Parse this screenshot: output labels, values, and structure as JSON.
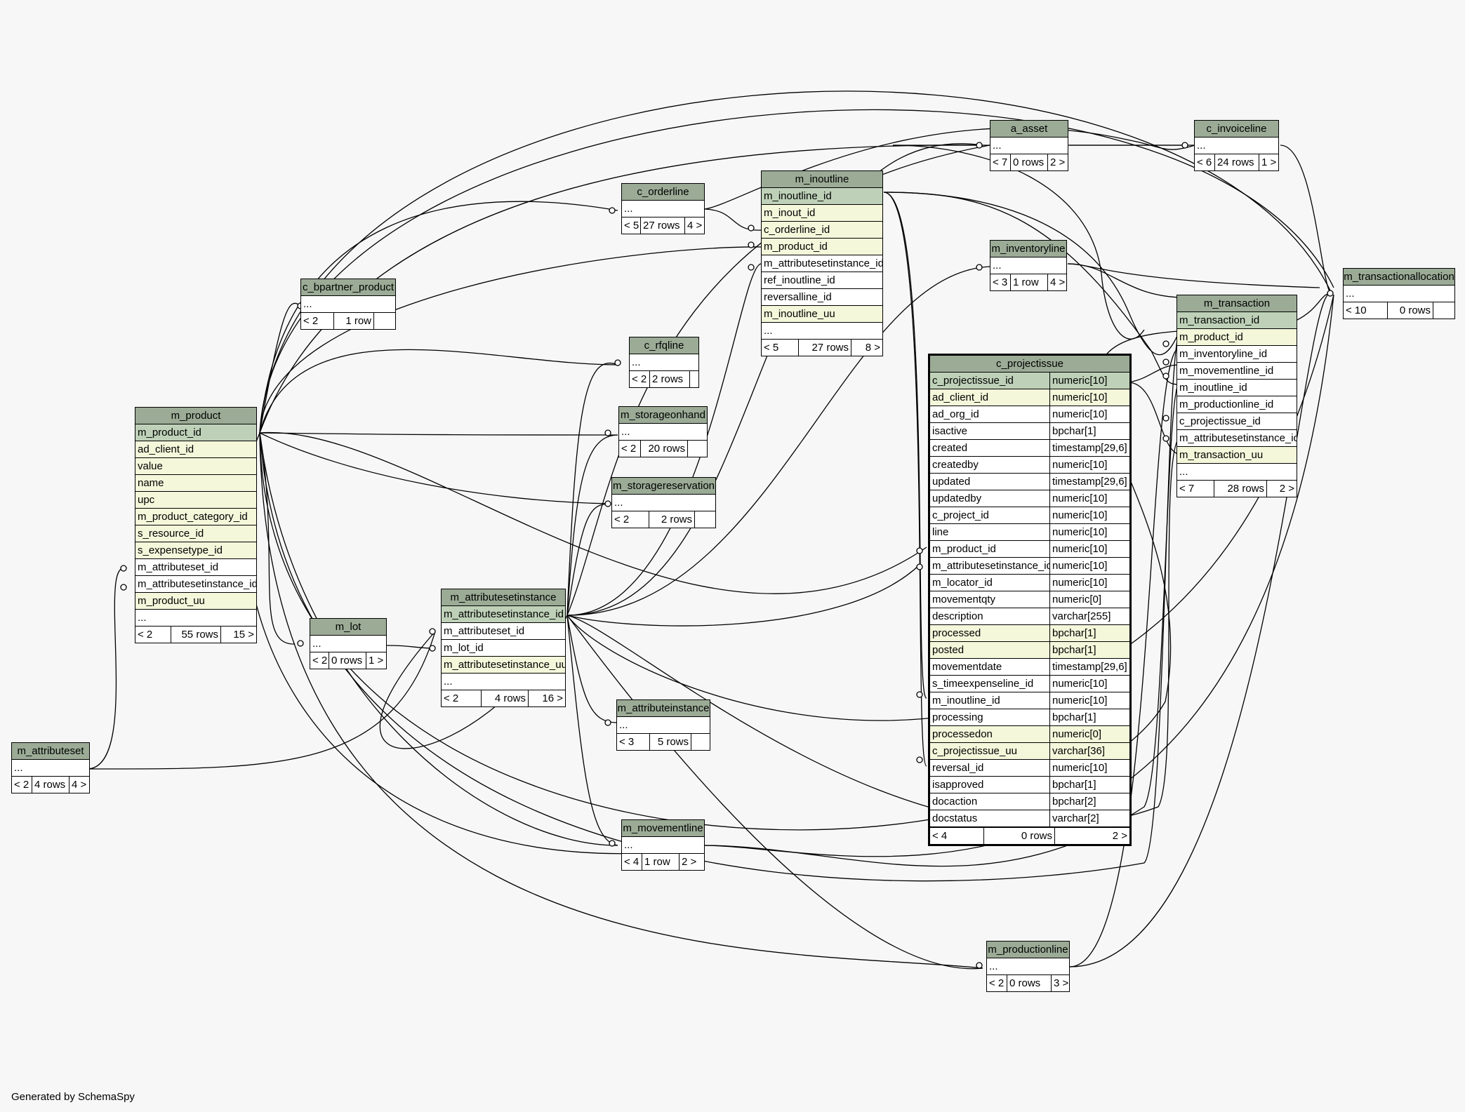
{
  "footer": "Generated by SchemaSpy",
  "tables": {
    "m_transactionallocation": {
      "name": "m_transactionallocation",
      "rows": [
        "..."
      ],
      "foot": [
        "< 10",
        "0 rows",
        ""
      ]
    },
    "c_invoiceline": {
      "name": "c_invoiceline",
      "rows": [
        "..."
      ],
      "foot": [
        "< 6",
        "24 rows",
        "1 >"
      ]
    },
    "a_asset": {
      "name": "a_asset",
      "rows": [
        "..."
      ],
      "foot": [
        "< 7",
        "0 rows",
        "2 >"
      ]
    },
    "m_inoutline": {
      "name": "m_inoutline",
      "rows": [
        "m_inoutline_id",
        "m_inout_id",
        "c_orderline_id",
        "m_product_id",
        "m_attributesetinstance_id",
        "ref_inoutline_id",
        "reversalline_id",
        "m_inoutline_uu",
        "..."
      ],
      "foot": [
        "< 5",
        "27 rows",
        "8 >"
      ]
    },
    "c_orderline": {
      "name": "c_orderline",
      "rows": [
        "..."
      ],
      "foot": [
        "< 5",
        "27 rows",
        "4 >"
      ]
    },
    "m_inventoryline": {
      "name": "m_inventoryline",
      "rows": [
        "..."
      ],
      "foot": [
        "< 3",
        "1 row",
        "4 >"
      ]
    },
    "m_transaction": {
      "name": "m_transaction",
      "rows": [
        "m_transaction_id",
        "m_product_id",
        "m_inventoryline_id",
        "m_movementline_id",
        "m_inoutline_id",
        "m_productionline_id",
        "c_projectissue_id",
        "m_attributesetinstance_id",
        "m_transaction_uu",
        "..."
      ],
      "foot": [
        "< 7",
        "28 rows",
        "2 >"
      ]
    },
    "c_bpartner_product": {
      "name": "c_bpartner_product",
      "rows": [
        "..."
      ],
      "foot": [
        "< 2",
        "1 row",
        ""
      ]
    },
    "c_rfqline": {
      "name": "c_rfqline",
      "rows": [
        "..."
      ],
      "foot": [
        "< 2",
        "2 rows",
        ""
      ]
    },
    "m_storageonhand": {
      "name": "m_storageonhand",
      "rows": [
        "..."
      ],
      "foot": [
        "< 2",
        "20 rows",
        ""
      ]
    },
    "m_storagereservation": {
      "name": "m_storagereservation",
      "rows": [
        "..."
      ],
      "foot": [
        "< 2",
        "2 rows",
        ""
      ]
    },
    "m_product": {
      "name": "m_product",
      "rows": [
        "m_product_id",
        "ad_client_id",
        "value",
        "name",
        "upc",
        "m_product_category_id",
        "s_resource_id",
        "s_expensetype_id",
        "m_attributeset_id",
        "m_attributesetinstance_id",
        "m_product_uu",
        "..."
      ],
      "foot": [
        "< 2",
        "55 rows",
        "15 >"
      ]
    },
    "m_lot": {
      "name": "m_lot",
      "rows": [
        "..."
      ],
      "foot": [
        "< 2",
        "0 rows",
        "1 >"
      ]
    },
    "m_attributesetinstance": {
      "name": "m_attributesetinstance",
      "rows": [
        "m_attributesetinstance_id",
        "m_attributeset_id",
        "m_lot_id",
        "m_attributesetinstance_uu",
        "..."
      ],
      "foot": [
        "< 2",
        "4 rows",
        "16 >"
      ]
    },
    "m_attributeinstance": {
      "name": "m_attributeinstance",
      "rows": [
        "..."
      ],
      "foot": [
        "< 3",
        "5 rows",
        ""
      ]
    },
    "m_movementline": {
      "name": "m_movementline",
      "rows": [
        "..."
      ],
      "foot": [
        "< 4",
        "1 row",
        "2 >"
      ]
    },
    "m_attributeset": {
      "name": "m_attributeset",
      "rows": [
        "..."
      ],
      "foot": [
        "< 2",
        "4 rows",
        "4 >"
      ]
    },
    "m_productionline": {
      "name": "m_productionline",
      "rows": [
        "..."
      ],
      "foot": [
        "< 2",
        "0 rows",
        "3 >"
      ]
    },
    "c_projectissue": {
      "name": "c_projectissue",
      "rows": [
        [
          "c_projectissue_id",
          "numeric[10]"
        ],
        [
          "ad_client_id",
          "numeric[10]"
        ],
        [
          "ad_org_id",
          "numeric[10]"
        ],
        [
          "isactive",
          "bpchar[1]"
        ],
        [
          "created",
          "timestamp[29,6]"
        ],
        [
          "createdby",
          "numeric[10]"
        ],
        [
          "updated",
          "timestamp[29,6]"
        ],
        [
          "updatedby",
          "numeric[10]"
        ],
        [
          "c_project_id",
          "numeric[10]"
        ],
        [
          "line",
          "numeric[10]"
        ],
        [
          "m_product_id",
          "numeric[10]"
        ],
        [
          "m_attributesetinstance_id",
          "numeric[10]"
        ],
        [
          "m_locator_id",
          "numeric[10]"
        ],
        [
          "movementqty",
          "numeric[0]"
        ],
        [
          "description",
          "varchar[255]"
        ],
        [
          "processed",
          "bpchar[1]"
        ],
        [
          "posted",
          "bpchar[1]"
        ],
        [
          "movementdate",
          "timestamp[29,6]"
        ],
        [
          "s_timeexpenseline_id",
          "numeric[10]"
        ],
        [
          "m_inoutline_id",
          "numeric[10]"
        ],
        [
          "processing",
          "bpchar[1]"
        ],
        [
          "processedon",
          "numeric[0]"
        ],
        [
          "c_projectissue_uu",
          "varchar[36]"
        ],
        [
          "reversal_id",
          "numeric[10]"
        ],
        [
          "isapproved",
          "bpchar[1]"
        ],
        [
          "docaction",
          "bpchar[2]"
        ],
        [
          "docstatus",
          "varchar[2]"
        ]
      ],
      "foot": [
        "< 4",
        "0 rows",
        "2 >"
      ]
    }
  }
}
